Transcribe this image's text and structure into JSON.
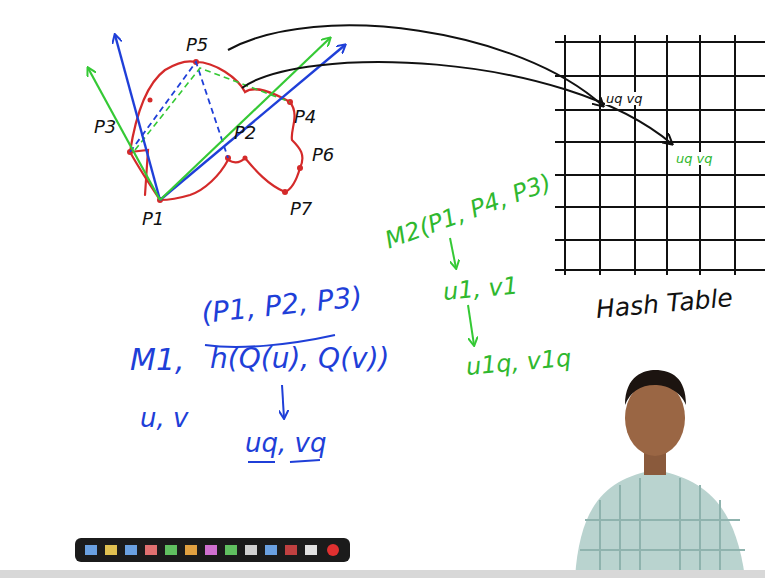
{
  "diagram": {
    "nodes": [
      {
        "text": [
          "uq vq",
          "uq vq",
          "Hash Table"
        ]
      }
    ],
    "labels": [
      "P5",
      "P3",
      "P2",
      "P4",
      "P6",
      "P7",
      "P1",
      "M2(P1, P4, P3)",
      "u1, v1",
      "u1q, v1q",
      "M1,",
      "(P1, P2, P3)",
      "u, v",
      "h(Q(u), Q(v))",
      "uq, vq"
    ]
  }
}
